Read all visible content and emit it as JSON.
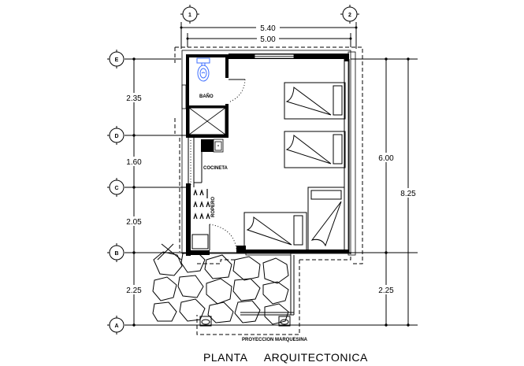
{
  "drawing": {
    "title": "PLANTA     ARQUITECTONICA",
    "type": "architectural floor plan"
  },
  "axes": {
    "vertical": [
      {
        "id": "1"
      },
      {
        "id": "2"
      }
    ],
    "horizontal": [
      {
        "id": "E"
      },
      {
        "id": "D"
      },
      {
        "id": "C"
      },
      {
        "id": "B"
      },
      {
        "id": "A"
      }
    ]
  },
  "dimensions": {
    "top_overall": "5.40",
    "top_inner": "5.00",
    "left_segments": [
      "2.35",
      "1.60",
      "2.05",
      "2.25"
    ],
    "right_inner": "6.00",
    "right_bottom": "2.25",
    "right_overall": "8.25"
  },
  "rooms": {
    "bathroom": "BAÑO",
    "kitchenette": "COCINETA",
    "wardrobe": "ROPERO"
  },
  "annotations": {
    "canopy_projection": "PROYECCION MARQUESINA"
  },
  "furniture": [
    "toilet",
    "shower",
    "stove",
    "sink",
    "bed",
    "bed",
    "bed",
    "bed"
  ],
  "colors": {
    "lines": "#000000",
    "fixture": "#3f6fff",
    "background": "#ffffff"
  }
}
